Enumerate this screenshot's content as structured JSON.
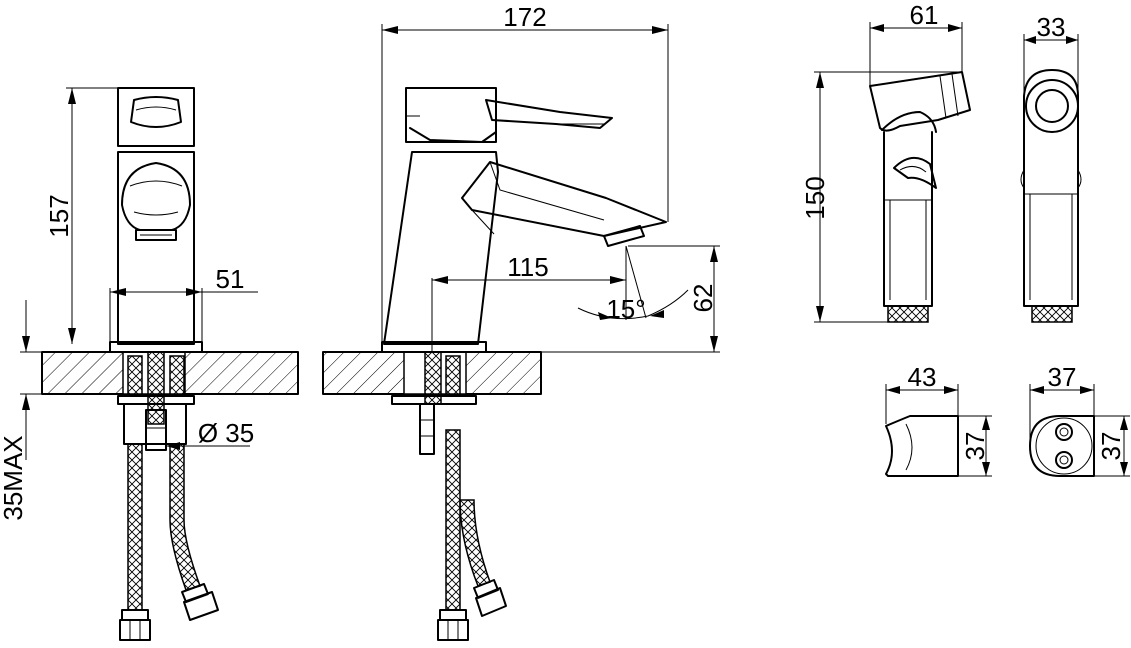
{
  "dimensions": {
    "front_height": "157",
    "base_width": "51",
    "max_thickness": "35MAX",
    "shank_diameter": "Ø 35",
    "overall_length": "172",
    "spout_reach": "115",
    "spout_clearance": "62",
    "spout_angle": "15°",
    "shower_width": "61",
    "shower_depth": "33",
    "shower_length": "150",
    "holder_width": "43",
    "holder_depth": "37",
    "holder_height": "37",
    "holder_front_height": "37"
  },
  "colors": {
    "line": "#000000",
    "background": "#ffffff"
  }
}
